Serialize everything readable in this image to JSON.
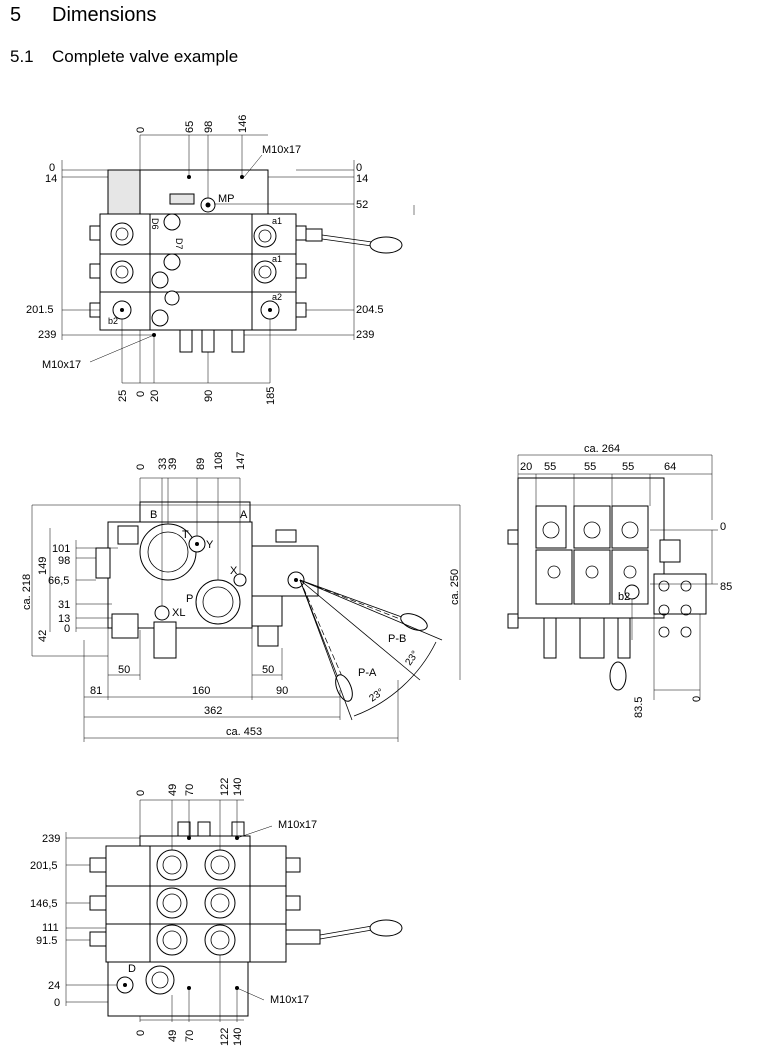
{
  "heading": {
    "number": "5",
    "title": "Dimensions"
  },
  "subheading": {
    "number": "5.1",
    "title": "Complete valve example"
  },
  "view1": {
    "top_dims": [
      "0",
      "65",
      "98",
      "146"
    ],
    "thread_top": "M10x17",
    "thread_bottom": "M10x17",
    "left_dims": [
      "0",
      "14",
      "201.5",
      "239"
    ],
    "right_dims": [
      "0",
      "14",
      "52",
      "204.5",
      "239"
    ],
    "bottom_dims": [
      "25",
      "0",
      "20",
      "90",
      "185"
    ],
    "labels": {
      "mp": "MP",
      "a1": "a1",
      "a1b": "a1",
      "a2": "a2",
      "b2": "b2",
      "d6": "D6",
      "d7": "D7"
    }
  },
  "view2": {
    "top_dims": [
      "0",
      "33",
      "39",
      "89",
      "108",
      "147"
    ],
    "left_dims": [
      "101",
      "98",
      "66,5",
      "31",
      "13",
      "0"
    ],
    "vertical_dims": [
      "149",
      "ca. 218",
      "42"
    ],
    "ca250": "ca. 250",
    "bottom_dims": {
      "d50a": "50",
      "d50b": "50",
      "d81": "81",
      "d160": "160",
      "d90": "90",
      "d362": "362",
      "d453": "ca. 453"
    },
    "port_labels": {
      "b": "B",
      "a": "A",
      "t": "T",
      "y": "Y",
      "p": "P",
      "x": "X",
      "xl": "XL"
    },
    "lever": {
      "pb": "P-B",
      "pa": "P-A",
      "angle1": "23°",
      "angle2": "23°"
    }
  },
  "view3": {
    "total": "ca. 264",
    "dims": [
      "20",
      "55",
      "55",
      "55",
      "64"
    ],
    "right_dims": [
      "0",
      "85"
    ],
    "bottom_dims": [
      "83.5",
      "0"
    ],
    "label_b2": "b2"
  },
  "view4": {
    "top_dims": [
      "0",
      "49",
      "70",
      "122",
      "140"
    ],
    "bottom_dims": [
      "0",
      "49",
      "70",
      "122",
      "140"
    ],
    "left_dims": [
      "239",
      "201,5",
      "146,5",
      "111",
      "91.5",
      "24",
      "0"
    ],
    "thread_top": "M10x17",
    "thread_bottom": "M10x17",
    "label_d": "D"
  }
}
